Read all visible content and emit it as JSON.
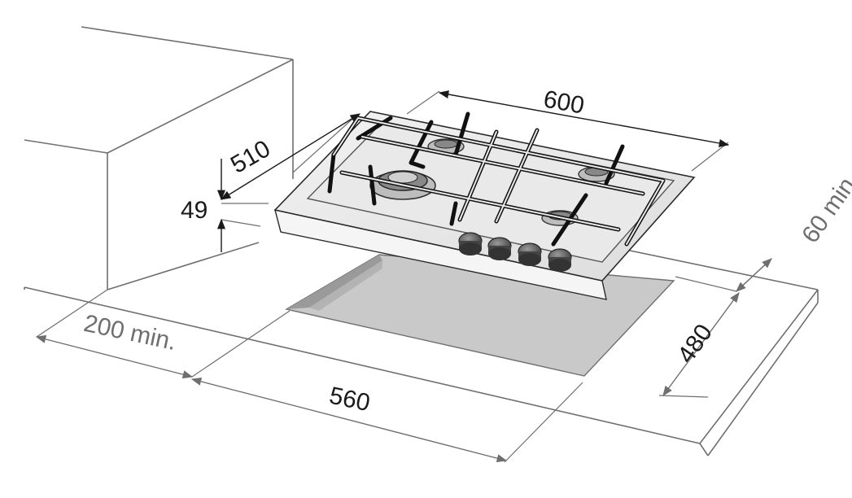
{
  "dimensions": {
    "width_600": "600",
    "depth_510": "510",
    "height_49": "49",
    "side_min_60": "60 min.",
    "rear_min_200": "200 min.",
    "cutout_width_560": "560",
    "cutout_depth_480": "480"
  },
  "colors": {
    "line_grey": "#6f6f6f",
    "line_dark": "#1a1a1a",
    "cutout_fill": "#c9c9c9",
    "cutout_shadow": "#9a9a9a",
    "hob_panel": "#e6e6e6",
    "knob": "#555555"
  },
  "icons": [
    "dimension-arrow-icon",
    "burner-icon",
    "control-knob-icon",
    "pan-support-grid-icon"
  ]
}
